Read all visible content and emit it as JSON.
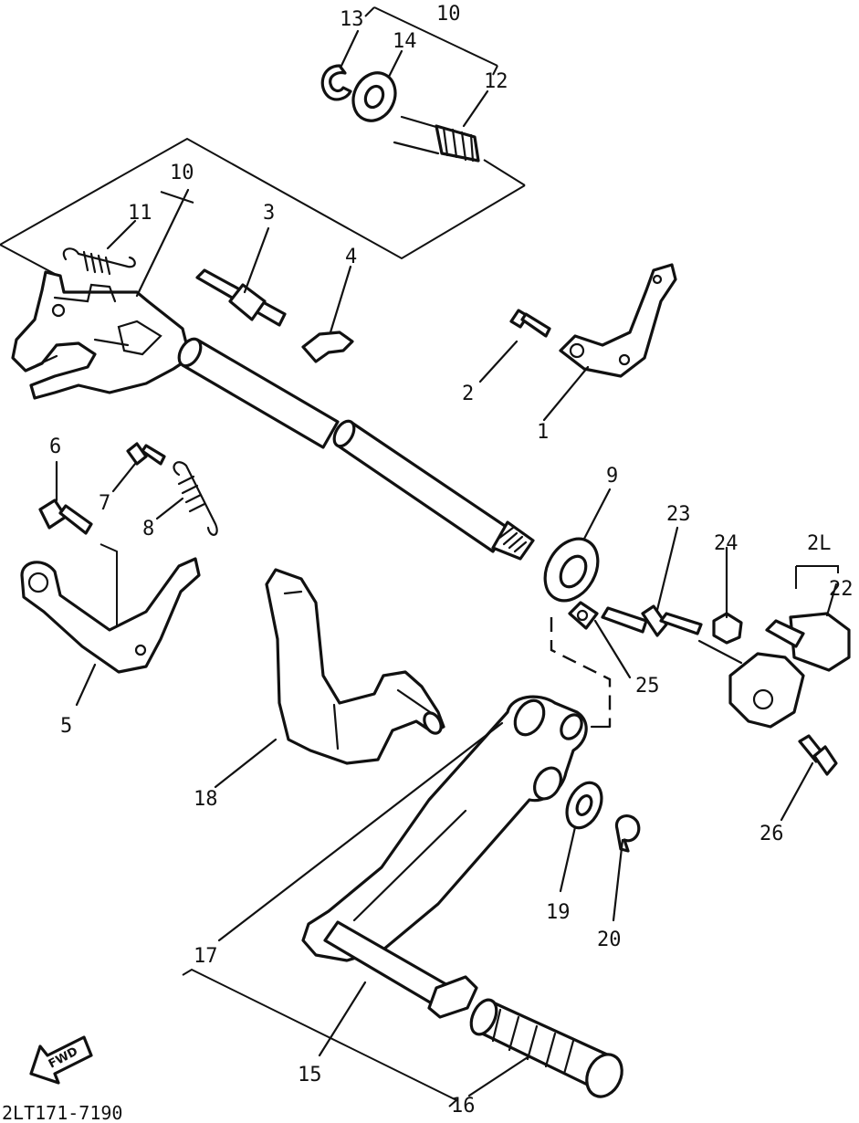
{
  "diagram": {
    "part_code": "2LT171-7190",
    "direction_marker": "FWD",
    "callouts": {
      "c1": "1",
      "c2": "2",
      "c3": "3",
      "c4": "4",
      "c5": "5",
      "c6": "6",
      "c7": "7",
      "c8": "8",
      "c9": "9",
      "c10a": "10",
      "c10b": "10",
      "c11": "11",
      "c12": "12",
      "c13": "13",
      "c14": "14",
      "c15": "15",
      "c16": "16",
      "c17": "17",
      "c18": "18",
      "c19": "19",
      "c20": "20",
      "c21": "2L",
      "c22": "22",
      "c23": "23",
      "c24": "24",
      "c25": "25",
      "c26": "26"
    }
  }
}
